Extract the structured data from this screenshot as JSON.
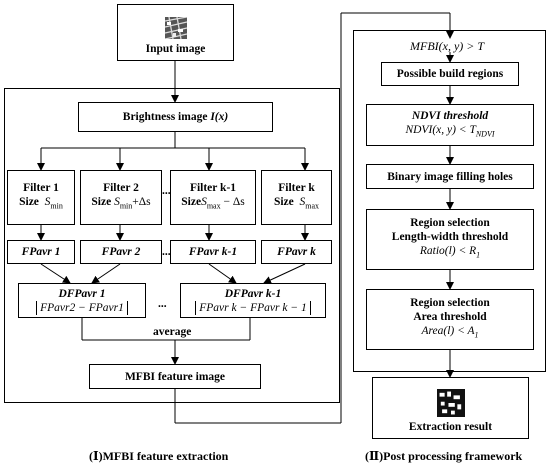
{
  "part1": {
    "input_image": "Input image",
    "brightness": "Brightness image",
    "brightness_var": "I(x)",
    "filters": [
      {
        "title": "Filter 1",
        "size_label": "Size",
        "size_value": "S",
        "size_sub": "min",
        "size_suffix": ""
      },
      {
        "title": "Filter 2",
        "size_label": "Size",
        "size_value": "S",
        "size_sub": "min",
        "size_suffix": "+Δs"
      },
      {
        "title": "Filter k-1",
        "size_label": "Size",
        "size_value": "S",
        "size_sub": "max",
        "size_suffix": " − Δs"
      },
      {
        "title": "Filter k",
        "size_label": "Size",
        "size_value": "S",
        "size_sub": "max",
        "size_suffix": ""
      }
    ],
    "fpavr": [
      "FPavr 1",
      "FPavr 2",
      "FPavr k-1",
      "FPavr k"
    ],
    "dfpavr": [
      {
        "title": "DFPavr 1",
        "formula": "FPavr2 − FPavr1"
      },
      {
        "title": "DFPavr k-1",
        "formula": "FPavr k − FPavr k − 1"
      }
    ],
    "ellipsis": "...",
    "average": "average",
    "feature_image": "MFBI feature image",
    "caption": "(Ⅰ)MFBI feature extraction"
  },
  "part2": {
    "condition": "MFBI(x, y) > T",
    "possible": "Possible build regions",
    "ndvi_title": "NDVI threshold",
    "ndvi_formula": "NDVI(x, y) < T",
    "ndvi_sub": "NDVI",
    "binary": "Binary image filling holes",
    "region1_title": "Region selection",
    "region1_sub": "Length-width threshold",
    "region1_formula": "Ratio(l) < R",
    "region1_formula_sub": "1",
    "region2_title": "Region selection",
    "region2_sub": "Area threshold",
    "region2_formula": "Area(l) < A",
    "region2_formula_sub": "1",
    "result": "Extraction result",
    "caption": "(Ⅱ)Post processing framework"
  }
}
